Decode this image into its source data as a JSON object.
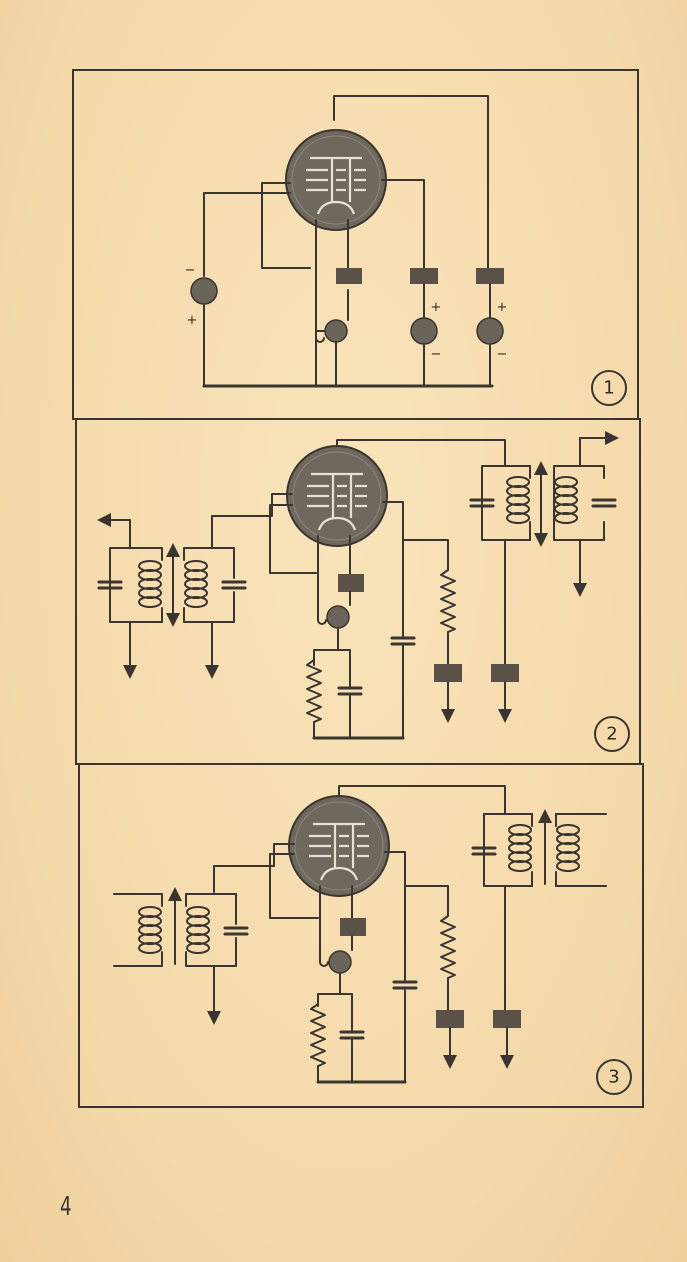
{
  "page": {
    "number": "4"
  },
  "panels": [
    {
      "id": "panel-1",
      "label": "1",
      "battery_signs": {
        "left_top": "−",
        "left_bottom": "+",
        "mid_top": "+",
        "mid_bottom": "−",
        "right_top": "+",
        "right_bottom": "−"
      }
    },
    {
      "id": "panel-2",
      "label": "2"
    },
    {
      "id": "panel-3",
      "label": "3"
    }
  ],
  "colors": {
    "paper": "#f6ddb0",
    "ink": "#3a3530",
    "tube": "#6e685e"
  }
}
